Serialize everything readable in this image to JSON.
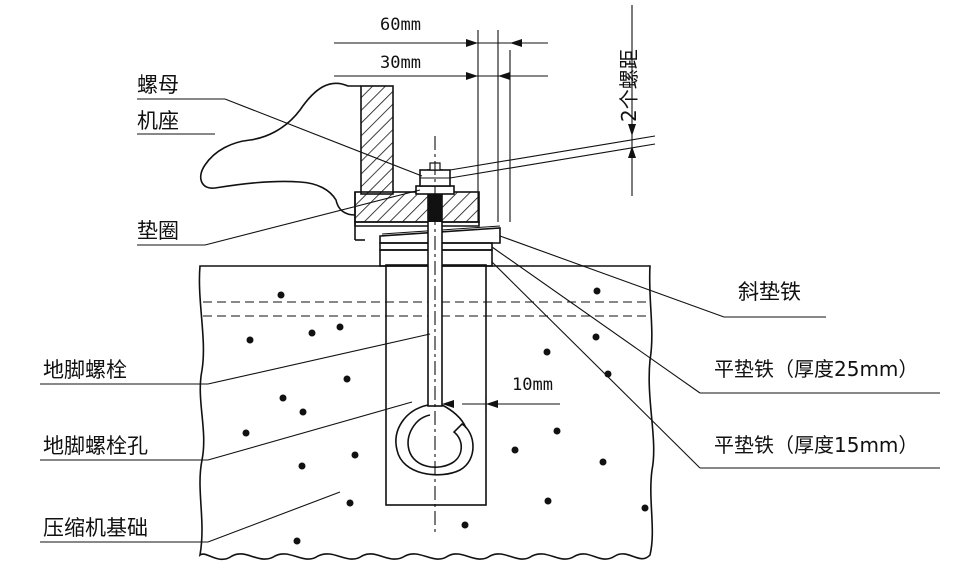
{
  "labels": {
    "nut": "螺母",
    "base": "机座",
    "washer": "垫圈",
    "anchor_bolt": "地脚螺栓",
    "anchor_bolt_hole": "地脚螺栓孔",
    "foundation": "压缩机基础",
    "wedge_shim": "斜垫铁",
    "flat_shim_25": "平垫铁（厚度25mm）",
    "flat_shim_15": "平垫铁（厚度15mm）"
  },
  "dimensions": {
    "dim_60": "60mm",
    "dim_30": "30mm",
    "dim_10": "10mm",
    "thread_pitch": "2个螺距"
  }
}
